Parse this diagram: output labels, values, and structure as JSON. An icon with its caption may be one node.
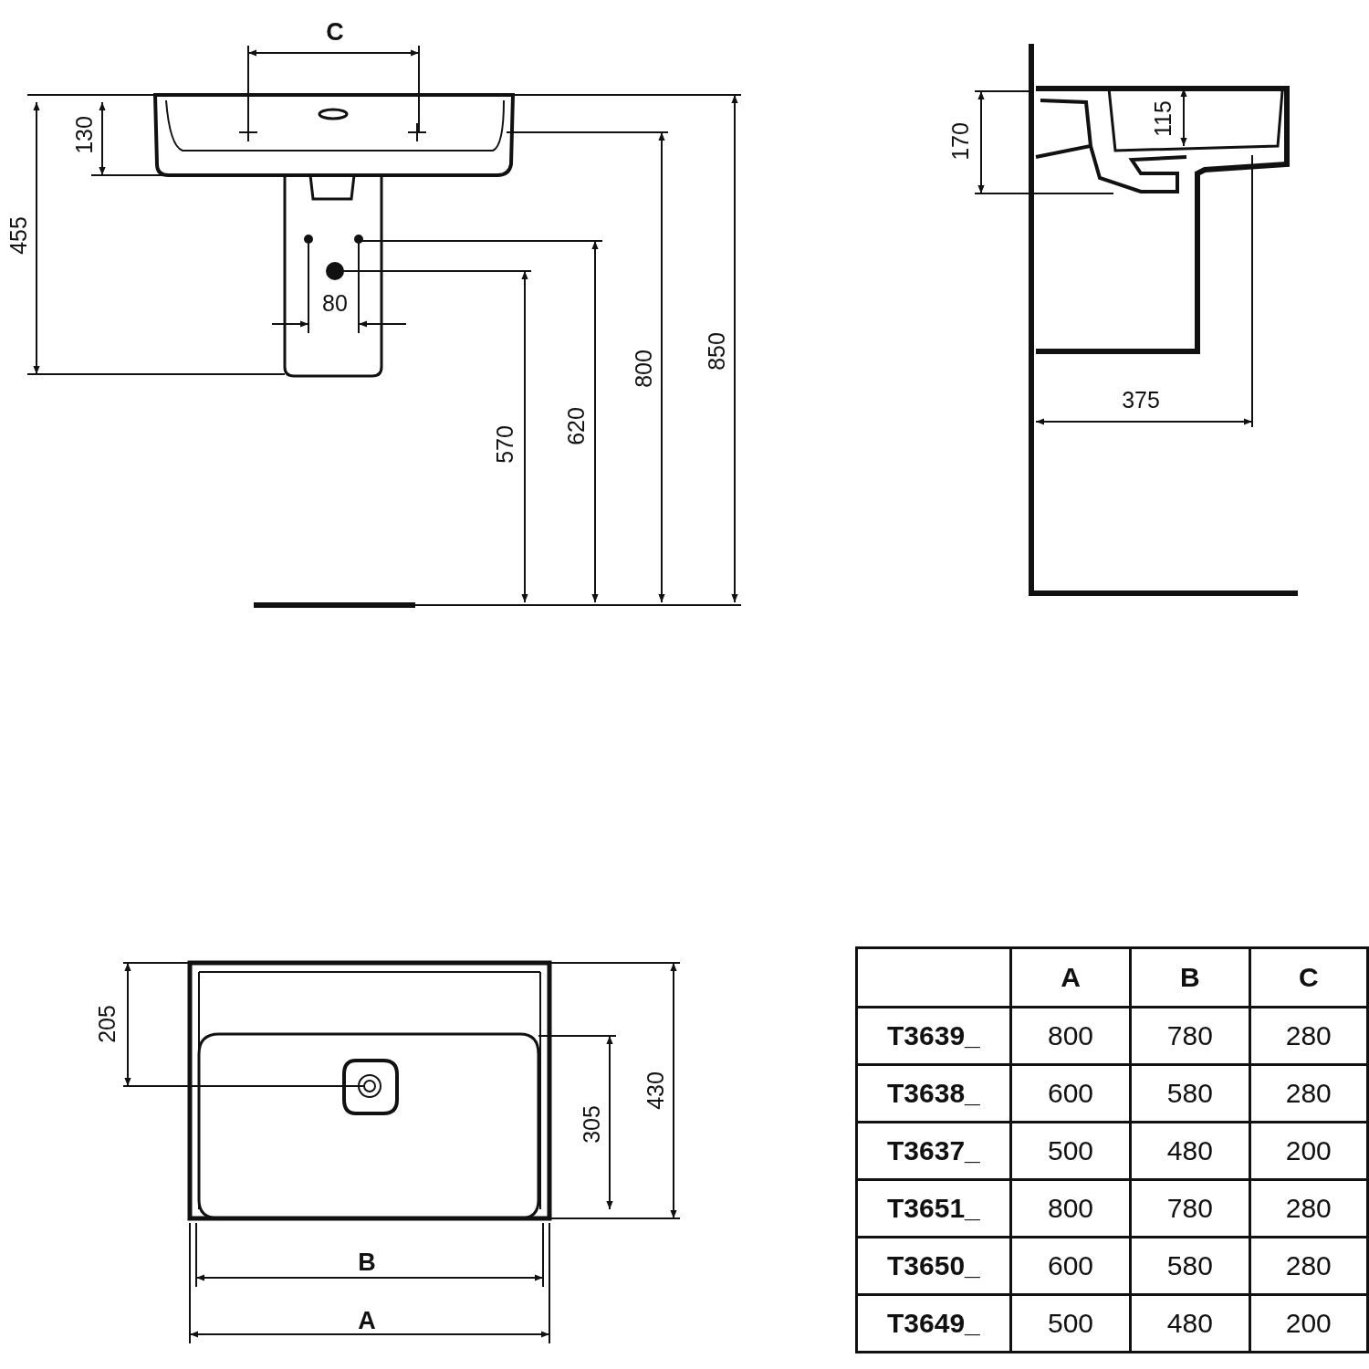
{
  "diagram": {
    "labels": [
      "C",
      "130",
      "455",
      "80",
      "570",
      "620",
      "800",
      "850",
      "170",
      "115",
      "375",
      "205",
      "305",
      "430",
      "B",
      "A",
      "A",
      "B",
      "C",
      "T3639_",
      "800",
      "780",
      "280",
      "T3638_",
      "600",
      "580",
      "280",
      "T3637_",
      "500",
      "480",
      "200",
      "T3651_",
      "800",
      "780",
      "280",
      "T3650_",
      "600",
      "580",
      "280",
      "T3649_",
      "500",
      "480",
      "200"
    ]
  }
}
